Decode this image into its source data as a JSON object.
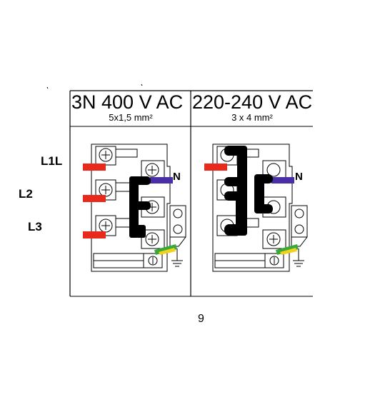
{
  "left_labels": [
    "L1L",
    "L2",
    "L3"
  ],
  "panels": [
    {
      "title": "3N 400 V AC",
      "subtitle": "5x1,5 mm²",
      "neutral_label": "N"
    },
    {
      "title": "220-240 V AC",
      "subtitle": "3 x 4 mm²",
      "neutral_label": "N"
    }
  ],
  "page_number": "9",
  "colors": {
    "phase": "#e8291c",
    "neutral": "#4a2ea8",
    "earth_green": "#3aa83a",
    "earth_yellow": "#f2d21b",
    "bridge": "#000000",
    "line": "#000000"
  }
}
